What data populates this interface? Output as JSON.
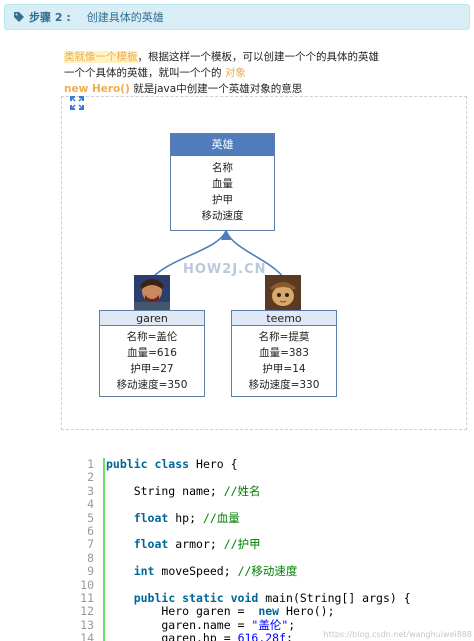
{
  "step": {
    "label": "步骤 2 :",
    "title": "创建具体的英雄"
  },
  "description": {
    "line1_highlight": "类就像一个模板",
    "line1_rest": "，根据这样一个模板，可以创建一个个的具体的英雄",
    "line2_text": "一个个具体的英雄，就叫一个个的 ",
    "line2_highlight": "对象",
    "line3_code": "new Hero()",
    "line3_rest": " 就是java中创建一个英雄对象的意思"
  },
  "diagram": {
    "class_box": {
      "name": "英雄",
      "attributes": [
        "名称",
        "血量",
        "护甲",
        "移动速度"
      ]
    },
    "objects": [
      {
        "name": "garen",
        "attributes": [
          "名称=盖伦",
          "血量=616",
          "护甲=27",
          "移动速度=350"
        ]
      },
      {
        "name": "teemo",
        "attributes": [
          "名称=提莫",
          "血量=383",
          "护甲=14",
          "移动速度=330"
        ]
      }
    ],
    "watermark": "HOW2J.CN"
  },
  "code": {
    "line_numbers": [
      "1",
      "2",
      "3",
      "4",
      "5",
      "6",
      "7",
      "8",
      "9",
      "10",
      "11",
      "12",
      "13",
      "14"
    ]
  },
  "footer_watermark": "https://blog.csdn.net/wanghuiwei888",
  "colors": {
    "step_bg": "#d9edf7",
    "step_text": "#31708f",
    "highlight": "#f0ad4e",
    "uml_header": "#4f7cba",
    "code_keyword": "#006699",
    "code_comment": "#008200",
    "code_string": "#0000ff",
    "code_gutter_bar": "#6ce26c"
  }
}
